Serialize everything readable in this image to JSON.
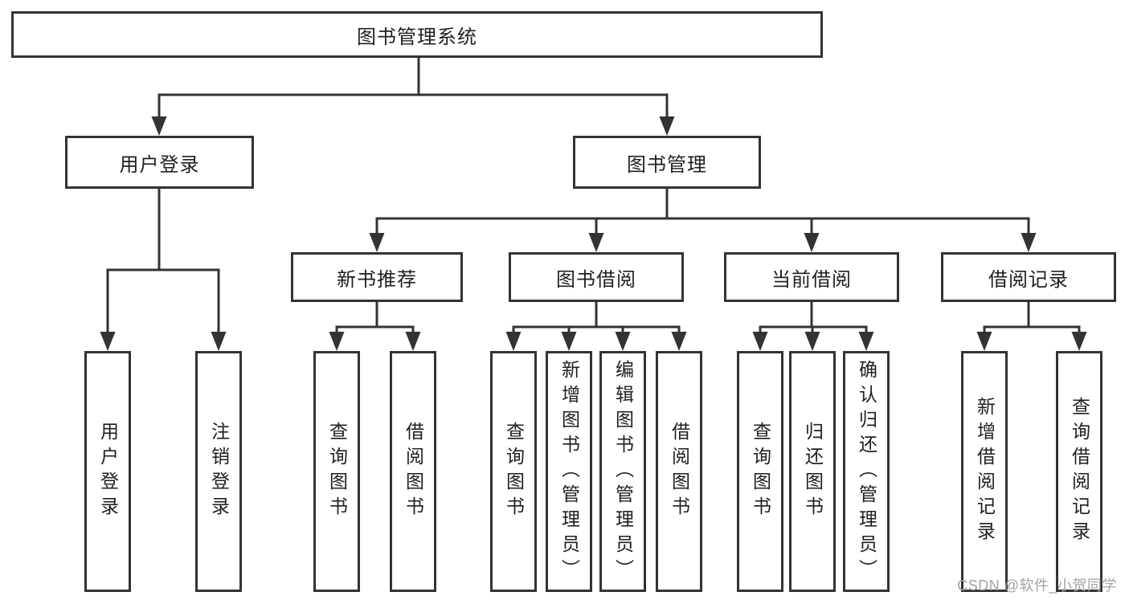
{
  "diagram": {
    "title": "图书管理系统",
    "branches": [
      {
        "label": "用户登录",
        "children": [
          {
            "label": "用户登录"
          },
          {
            "label": "注销登录"
          }
        ]
      },
      {
        "label": "图书管理",
        "children": [
          {
            "label": "新书推荐",
            "children": [
              {
                "label": "查询图书"
              },
              {
                "label": "借阅图书"
              }
            ]
          },
          {
            "label": "图书借阅",
            "children": [
              {
                "label": "查询图书"
              },
              {
                "label": "新增图书（管理员）"
              },
              {
                "label": "编辑图书（管理员）"
              },
              {
                "label": "借阅图书"
              }
            ]
          },
          {
            "label": "当前借阅",
            "children": [
              {
                "label": "查询图书"
              },
              {
                "label": "归还图书"
              },
              {
                "label": "确认归还（管理员）"
              }
            ]
          },
          {
            "label": "借阅记录",
            "children": [
              {
                "label": "新增借阅记录"
              },
              {
                "label": "查询借阅记录"
              }
            ]
          }
        ]
      }
    ]
  },
  "watermark": {
    "text": "CSDN @软件_小贺同学"
  },
  "colors": {
    "line": "#333333",
    "text": "#1f1f1f",
    "watermark": "#a3a3a3",
    "box_fill": "#ffffff"
  }
}
